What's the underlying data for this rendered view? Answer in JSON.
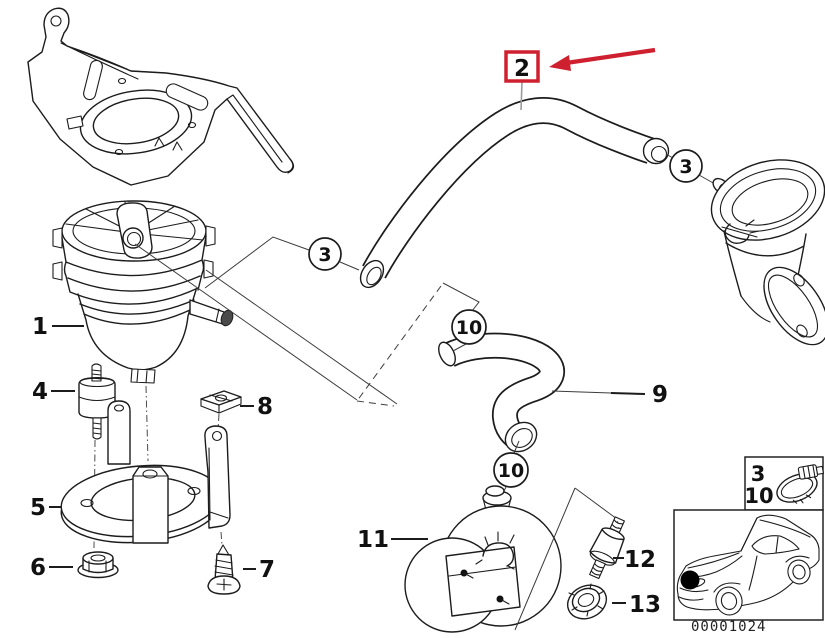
{
  "figure": {
    "drawing_number": "00001024",
    "highlighted_callout": "2",
    "callouts": {
      "p1": "1",
      "p2": "2",
      "p3": "3",
      "p4": "4",
      "p5": "5",
      "p6": "6",
      "p7": "7",
      "p8": "8",
      "p9": "9",
      "p10": "10",
      "p11": "11",
      "p12": "12",
      "p13": "13"
    },
    "legend": {
      "clamp_row1": "3",
      "clamp_row2": "10"
    },
    "icons": {
      "highlight_arrow": "red-arrow-icon",
      "legend_icon": "hose-clamp-icon",
      "location_icon": "car-location-dot"
    },
    "colors": {
      "highlight": "#cf2030",
      "line": "#1c1c1c",
      "leader": "#3c3c3c",
      "muted_leader": "#9c9c9c",
      "background": "#ffffff"
    }
  }
}
